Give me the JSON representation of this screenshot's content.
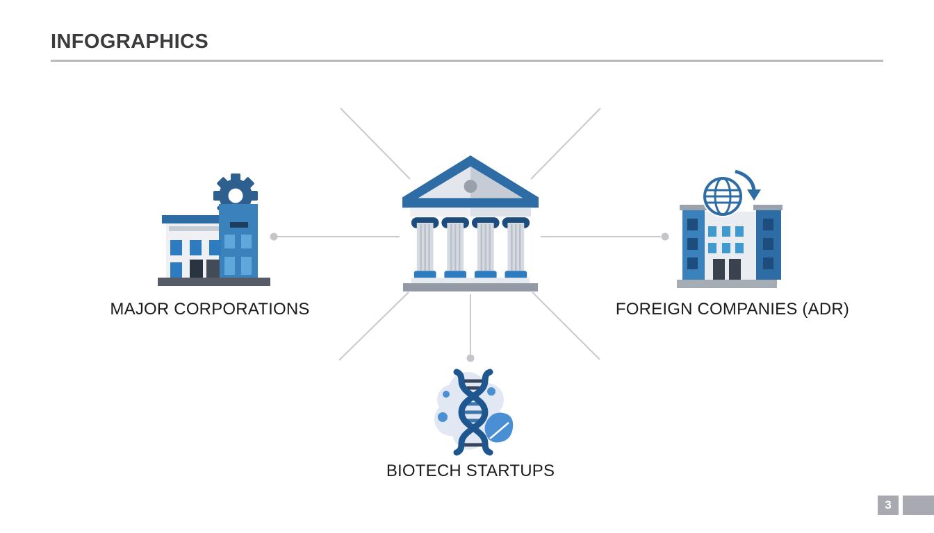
{
  "slide": {
    "title": "INFOGRAPHICS",
    "page_number": "3",
    "background": "#ffffff"
  },
  "diagram": {
    "center_icon": "bank-building",
    "nodes": [
      {
        "id": "major-corporations",
        "label": "MAJOR CORPORATIONS",
        "icon": "corporation-building-gear",
        "position": "left"
      },
      {
        "id": "foreign-companies-adr",
        "label": "FOREIGN COMPANIES (ADR)",
        "icon": "building-globe-arrow",
        "position": "right"
      },
      {
        "id": "biotech-startups",
        "label": "BIOTECH STARTUPS",
        "icon": "dna-leaf",
        "position": "bottom"
      }
    ]
  },
  "colors": {
    "primary_blue": "#2e6ca5",
    "bright_blue": "#2e7cc0",
    "navy_blue": "#1d4d7c",
    "light_blue": "#5fa8dc",
    "accent_blue": "#4a8fd3",
    "icon_light_gray": "#dfe3e9",
    "icon_mid_gray": "#9aa2ae",
    "icon_dark_gray": "#565c66",
    "connector_gray": "#c9c9cd",
    "title_text": "#3b3b3d",
    "label_text": "#1b1b1d",
    "underline_gray": "#b9b9bd",
    "page_box_gray": "#a9aab1"
  }
}
